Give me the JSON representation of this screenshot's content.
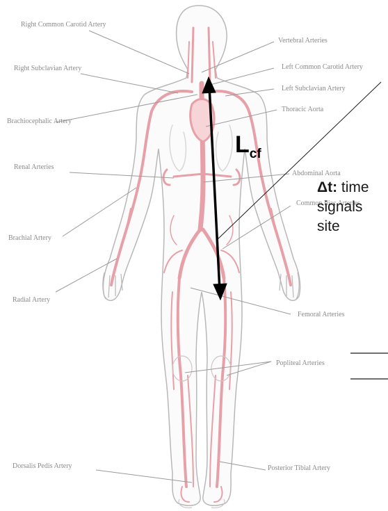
{
  "labels": {
    "right_common_carotid": "Right Common Carotid Artery",
    "right_subclavian": "Right Subclavian Artery",
    "brachiocephalic": "Brachiocephalic Artery",
    "renal": "Renal Arteries",
    "brachial": "Brachial Artery",
    "radial": "Radial Artery",
    "dorsalis_pedis": "Dorsalis Pedis Artery",
    "vertebral": "Vertebral Arteries",
    "left_common_carotid": "Left Common Carotid Artery",
    "left_subclavian": "Left Subclavian Artery",
    "thoracic_aorta": "Thoracic Aorta",
    "abdominal_aorta": "Abdominal Aorta",
    "common_iliac": "Common Iliac Arteries",
    "femoral": "Femoral Arteries",
    "popliteal": "Popliteal Arteries",
    "posterior_tibial": "Posterior Tibial Artery"
  },
  "measurement": {
    "lcf_main": "L",
    "lcf_sub": "cf",
    "delta_symbol": "Δt:",
    "delta_line1": " time",
    "delta_line2": "signals",
    "delta_line3": "site"
  },
  "colors": {
    "body_outline": "#b8b8b8",
    "artery": "#e8a0a8",
    "artery_light": "#f6d4d8",
    "leader": "#9a9a9a",
    "arrow": "#000000"
  }
}
